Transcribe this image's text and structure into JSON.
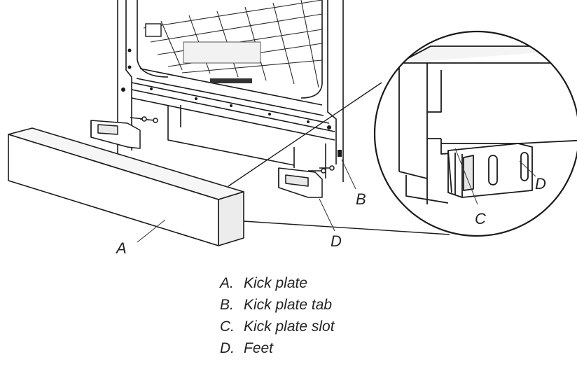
{
  "callouts": {
    "a": "A",
    "b": "B",
    "c": "C",
    "d_foot": "D",
    "d_detail": "D"
  },
  "legend": [
    {
      "letter": "A.",
      "text": "Kick plate"
    },
    {
      "letter": "B.",
      "text": "Kick plate tab"
    },
    {
      "letter": "C.",
      "text": "Kick plate slot"
    },
    {
      "letter": "D.",
      "text": "Feet"
    }
  ]
}
